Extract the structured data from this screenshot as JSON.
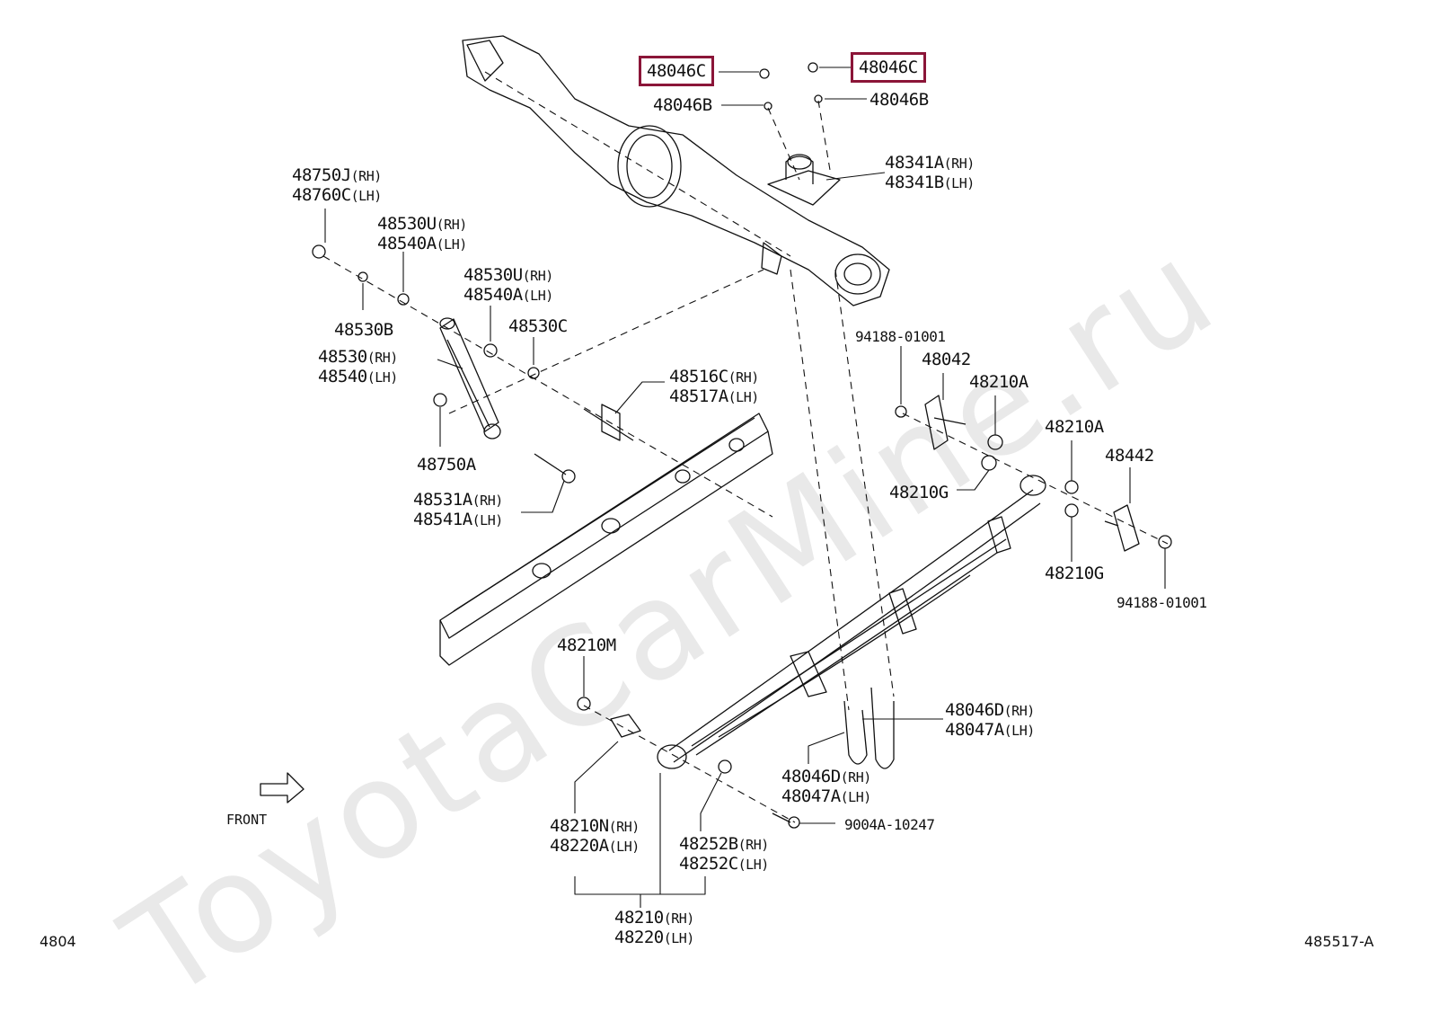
{
  "watermark": "ToyotaCarMine.ru",
  "corner_left": "4804",
  "corner_right": "485517-A",
  "front_label": "FRONT",
  "colors": {
    "highlight": "#8b1538",
    "ink": "#111111",
    "watermark": "#e9e9e9"
  },
  "labels": {
    "l48046c_left": "48046C",
    "l48046c_right": "48046C",
    "l48046b_left": "48046B",
    "l48046b_right": "48046B",
    "l48341a": "48341A",
    "l48341a_s": "(RH)",
    "l48341b": "48341B",
    "l48341b_s": "(LH)",
    "l48750j": "48750J",
    "l48750j_s": "(RH)",
    "l48760c": "48760C",
    "l48760c_s": "(LH)",
    "l48530u_a": "48530U",
    "l48530u_a_s": "(RH)",
    "l48540a_a": "48540A",
    "l48540a_a_s": "(LH)",
    "l48530u_b": "48530U",
    "l48530u_b_s": "(RH)",
    "l48540a_b": "48540A",
    "l48540a_b_s": "(LH)",
    "l48530b": "48530B",
    "l48530c": "48530C",
    "l48530": "48530",
    "l48530_s": "(RH)",
    "l48540": "48540",
    "l48540_s": "(LH)",
    "l48516c": "48516C",
    "l48516c_s": "(RH)",
    "l48517a": "48517A",
    "l48517a_s": "(LH)",
    "l48750a": "48750A",
    "l48531a": "48531A",
    "l48531a_s": "(RH)",
    "l48541a": "48541A",
    "l48541a_s": "(LH)",
    "l94188_top": "94188-01001",
    "l48042": "48042",
    "l48210a_1": "48210A",
    "l48210a_2": "48210A",
    "l48442": "48442",
    "l48210g_1": "48210G",
    "l48210g_2": "48210G",
    "l94188_bot": "94188-01001",
    "l48210m": "48210M",
    "l48046d_r": "48046D",
    "l48046d_r_s": "(RH)",
    "l48047a_r": "48047A",
    "l48047a_r_s": "(LH)",
    "l48046d_b": "48046D",
    "l48046d_b_s": "(RH)",
    "l48047a_b": "48047A",
    "l48047a_b_s": "(LH)",
    "l9004a": "9004A-10247",
    "l48210n": "48210N",
    "l48210n_s": "(RH)",
    "l48220a": "48220A",
    "l48220a_s": "(LH)",
    "l48252b": "48252B",
    "l48252b_s": "(RH)",
    "l48252c": "48252C",
    "l48252c_s": "(LH)",
    "l48210": "48210",
    "l48210_s": "(RH)",
    "l48220": "48220",
    "l48220_s": "(LH)"
  }
}
